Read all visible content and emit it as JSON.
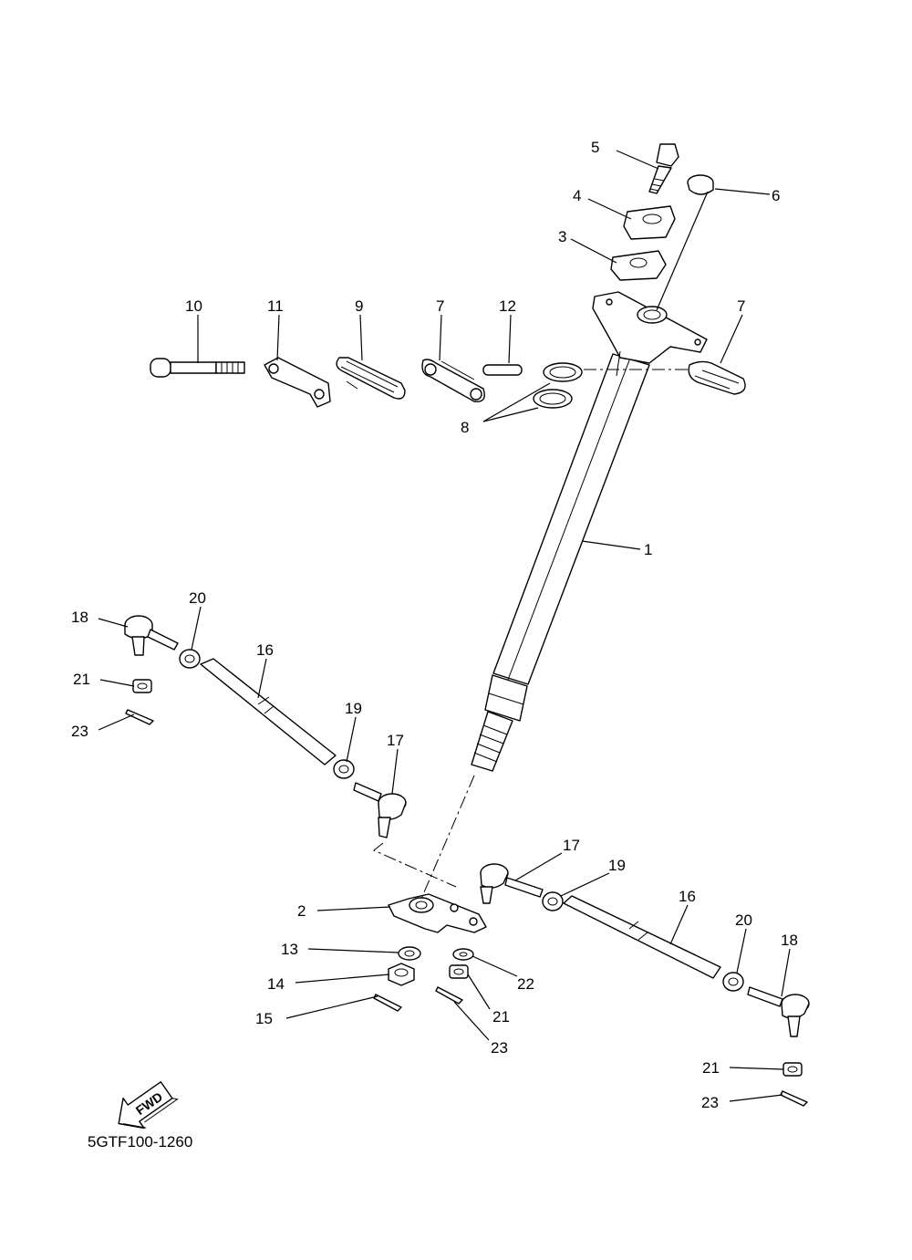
{
  "labels": {
    "l1": "1",
    "l2": "2",
    "l3": "3",
    "l4": "4",
    "l5": "5",
    "l6": "6",
    "l7a": "7",
    "l7b": "7",
    "l8": "8",
    "l9": "9",
    "l10": "10",
    "l11": "11",
    "l12": "12",
    "l13": "13",
    "l14": "14",
    "l15": "15",
    "l16a": "16",
    "l16b": "16",
    "l17a": "17",
    "l17b": "17",
    "l18a": "18",
    "l18b": "18",
    "l19a": "19",
    "l19b": "19",
    "l20a": "20",
    "l20b": "20",
    "l21a": "21",
    "l21b": "21",
    "l21c": "21",
    "l22": "22",
    "l23a": "23",
    "l23b": "23",
    "l23c": "23"
  },
  "fwd_arrow": "FWD",
  "diagram_code": "5GTF100-1260"
}
